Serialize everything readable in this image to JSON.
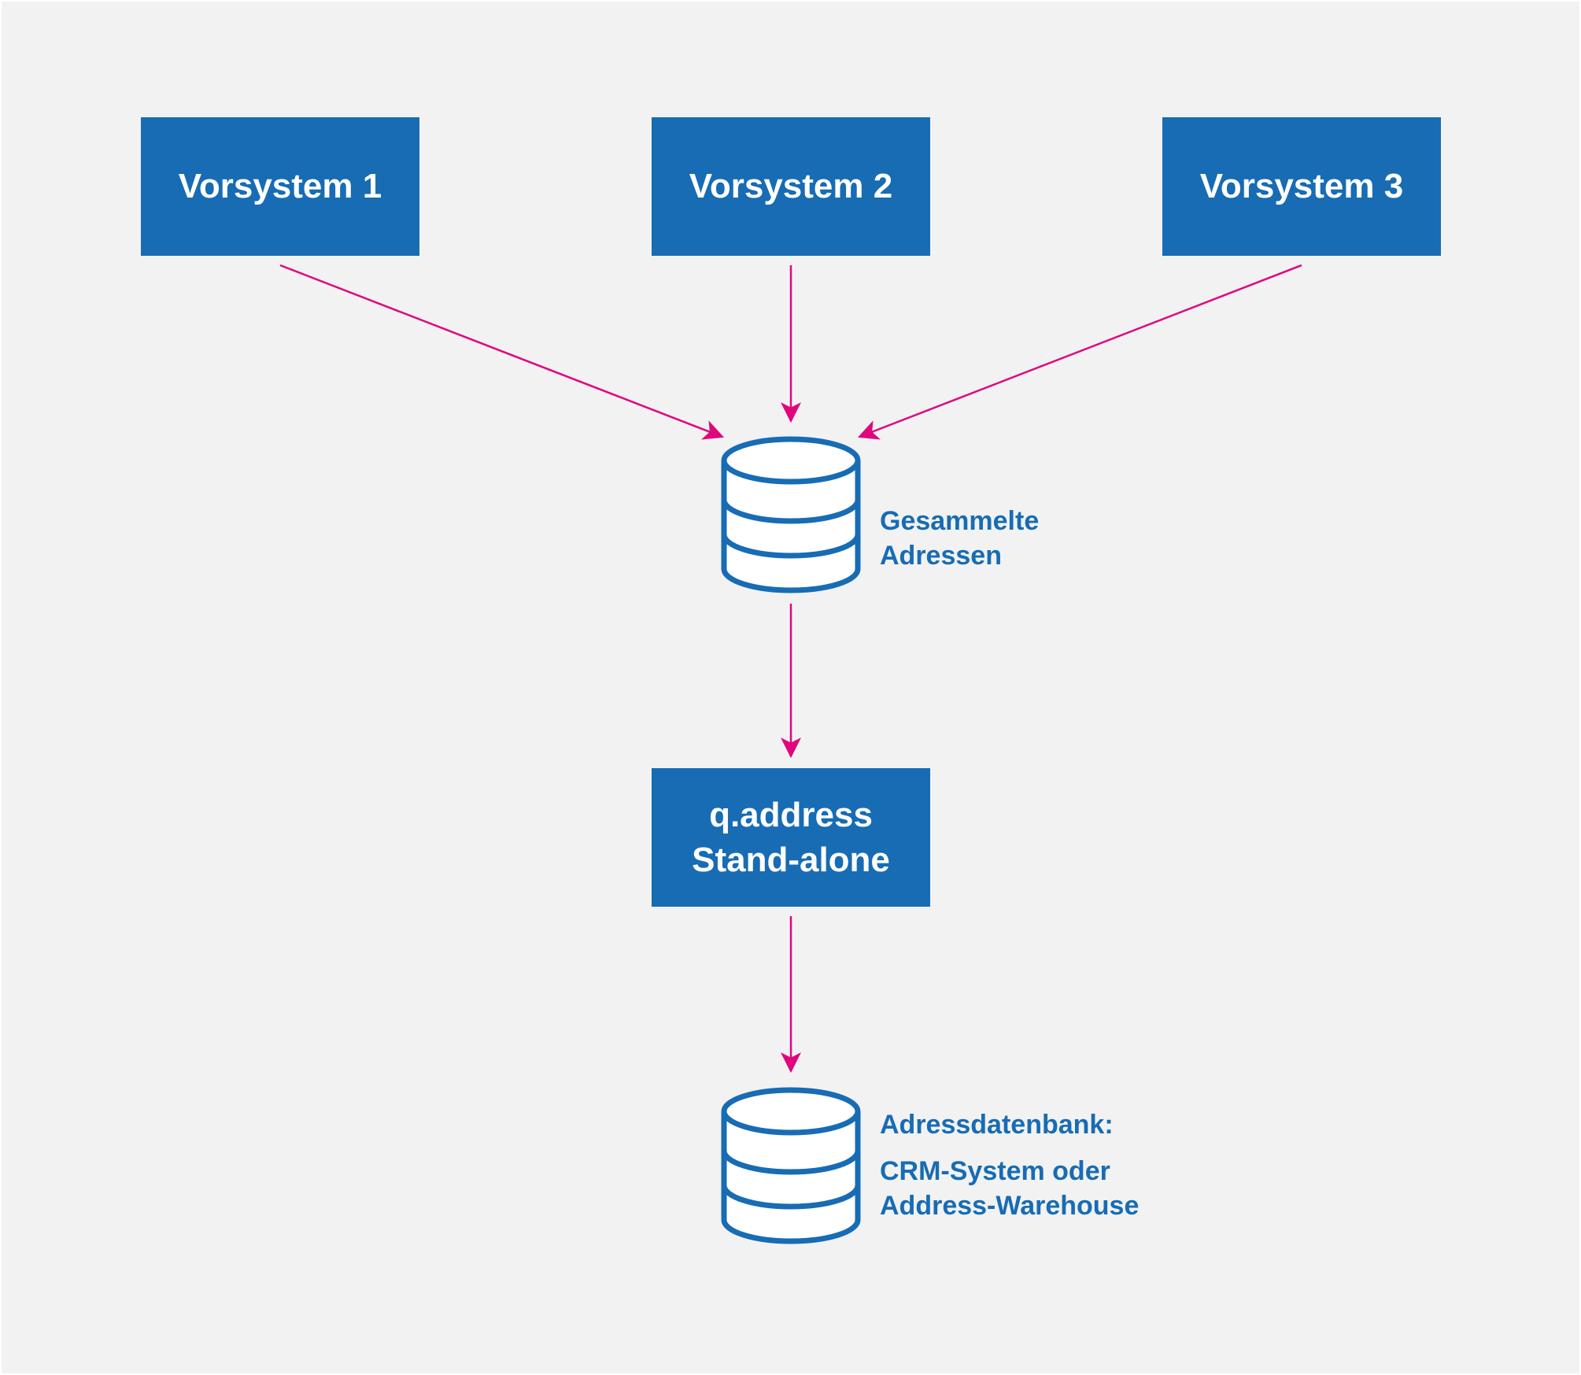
{
  "colors": {
    "background": "#f2f2f2",
    "box_fill": "#176cb4",
    "box_text": "#ffffff",
    "label_text": "#176cb4",
    "arrow": "#e0067e",
    "database_stroke": "#176cb4",
    "database_fill": "#ffffff"
  },
  "nodes": {
    "source1": {
      "label": "Vorsystem 1"
    },
    "source2": {
      "label": "Vorsystem 2"
    },
    "source3": {
      "label": "Vorsystem 3"
    },
    "collected_db": {
      "icon": "database-icon",
      "label_line1": "Gesammelte",
      "label_line2": "Adressen"
    },
    "qaddress": {
      "label_line1": "q.address",
      "label_line2": "Stand-alone"
    },
    "address_db": {
      "icon": "database-icon",
      "title": "Adressdatenbank:",
      "sub_line1": "CRM-System oder",
      "sub_line2": "Address-Warehouse"
    }
  },
  "edges": [
    {
      "from": "Vorsystem 1",
      "to": "Gesammelte Adressen"
    },
    {
      "from": "Vorsystem 2",
      "to": "Gesammelte Adressen"
    },
    {
      "from": "Vorsystem 3",
      "to": "Gesammelte Adressen"
    },
    {
      "from": "Gesammelte Adressen",
      "to": "q.address Stand-alone"
    },
    {
      "from": "q.address Stand-alone",
      "to": "Adressdatenbank"
    }
  ]
}
